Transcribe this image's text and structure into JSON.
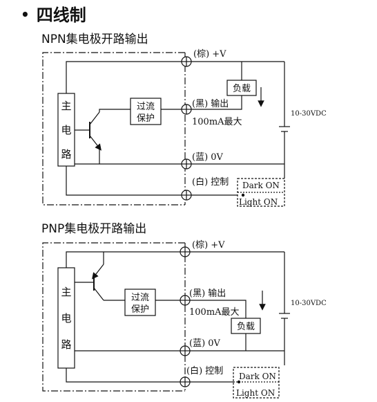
{
  "heading": {
    "bullet": "•",
    "text": "四线制"
  },
  "npn": {
    "title": "NPN集电极开路输出",
    "main_circuit": [
      "主",
      "电",
      "路"
    ],
    "protection": [
      "过流",
      "保护"
    ],
    "load": "负载",
    "brown": "(棕) +V",
    "black": "(黑) 输出",
    "max_current": "100mA最大",
    "blue": "(蓝) 0V",
    "white": "(白) 控制",
    "dark_on": "Dark ON",
    "light_on": "Light ON",
    "supply": "10-30VDC"
  },
  "pnp": {
    "title": "PNP集电极开路输出",
    "main_circuit": [
      "主",
      "电",
      "路"
    ],
    "protection": [
      "过流",
      "保护"
    ],
    "load": "负载",
    "brown": "(棕) +V",
    "black": "(黑) 输出",
    "max_current": "100mA最大",
    "blue": "(蓝) 0V",
    "white": "(白) 控制",
    "dark_on": "Dark ON",
    "light_on": "Light ON",
    "supply": "10-30VDC"
  }
}
